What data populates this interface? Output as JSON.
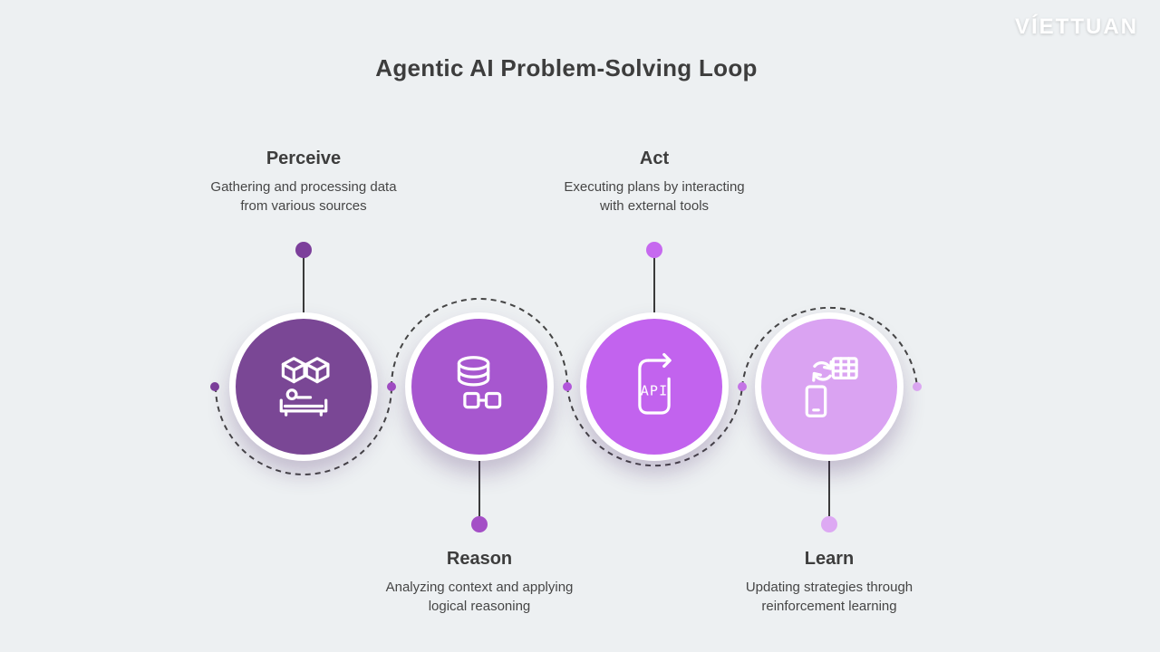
{
  "brand": {
    "logo_text": "VÍETTUAN"
  },
  "title": "Agentic AI Problem-Solving Loop",
  "colors": {
    "background": "#edf0f2",
    "heading": "#3d3d3d",
    "body_text": "#464646",
    "connector": "#454545"
  },
  "steps": [
    {
      "name": "Perceive",
      "description": "Gathering and processing data\nfrom various sources",
      "icon": "data-cubes-person-icon",
      "color": "#7a4795",
      "dot_color": "#7c3f9b"
    },
    {
      "name": "Reason",
      "description": "Analyzing context and applying\nlogical reasoning",
      "icon": "database-nodes-icon",
      "color": "#a757cf",
      "dot_color": "#a44fc6"
    },
    {
      "name": "Act",
      "description": "Executing plans by interacting\nwith external tools",
      "icon": "api-document-icon",
      "color": "#c263ee",
      "dot_color": "#c669ef"
    },
    {
      "name": "Learn",
      "description": "Updating strategies through\nreinforcement learning",
      "icon": "device-sync-icon",
      "color": "#daa3f2",
      "dot_color": "#dda9f3"
    }
  ],
  "connector_dots": [
    "#7c3f9b",
    "#a44fc6",
    "#b75ae0",
    "#cb79ec",
    "#dda9f3"
  ]
}
